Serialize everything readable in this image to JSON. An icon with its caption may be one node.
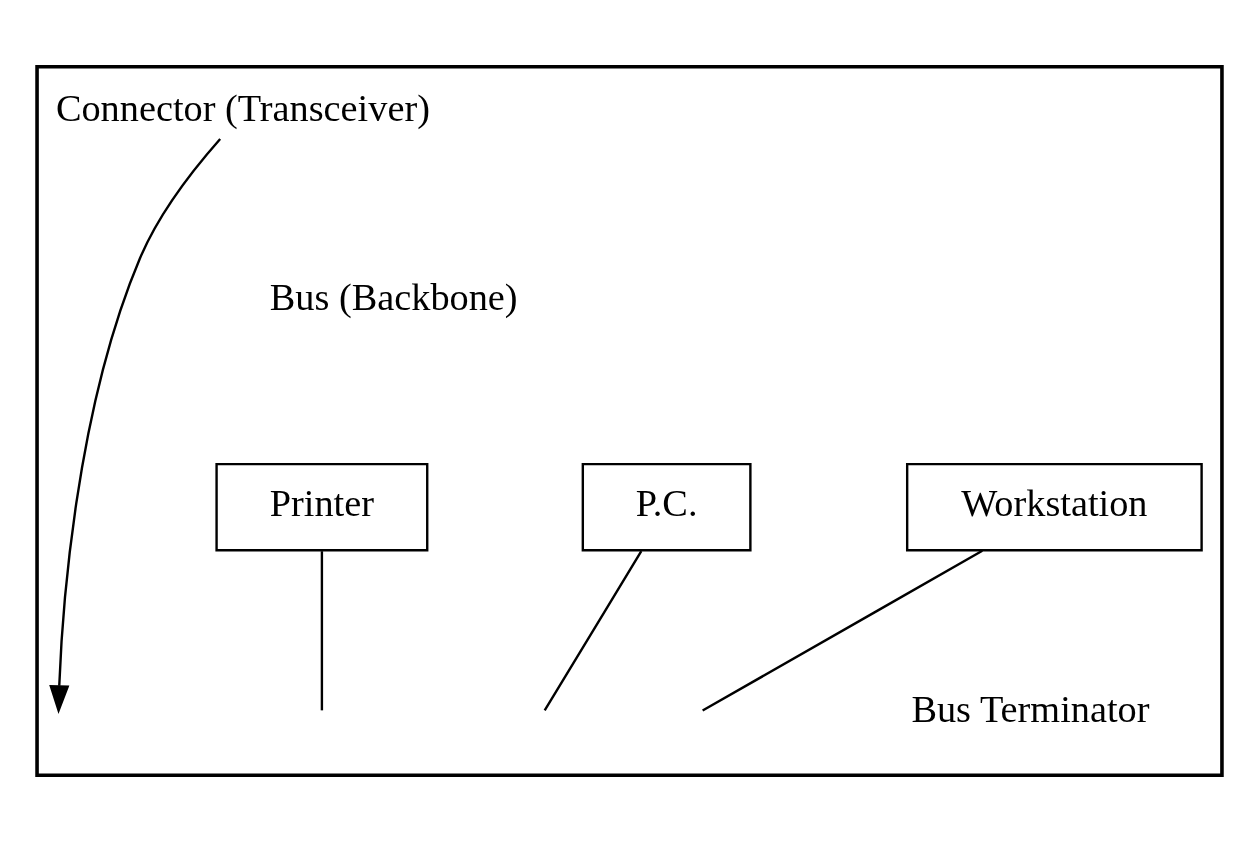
{
  "diagram": {
    "nodes": [
      {
        "text": [],
        "shape": "box"
      },
      {
        "text": [
          "Connector (Transceiver)"
        ],
        "in": 0
      },
      {
        "text": [
          "Printer"
        ],
        "in": 0
      },
      {
        "text": [
          "P.C."
        ],
        "in": 0
      },
      {
        "text": [
          "Workstation"
        ],
        "in": 0
      }
    ],
    "edges": [
      {
        "from": 1,
        "to": null,
        "arrow": "to"
      },
      {
        "from": 2,
        "to": null,
        "arrow": "none"
      },
      {
        "from": 3,
        "to": null,
        "arrow": "none"
      },
      {
        "from": 4,
        "to": null,
        "arrow": "none"
      }
    ],
    "labels": [
      "Bus (Backbone)",
      "Bus Terminator"
    ]
  }
}
